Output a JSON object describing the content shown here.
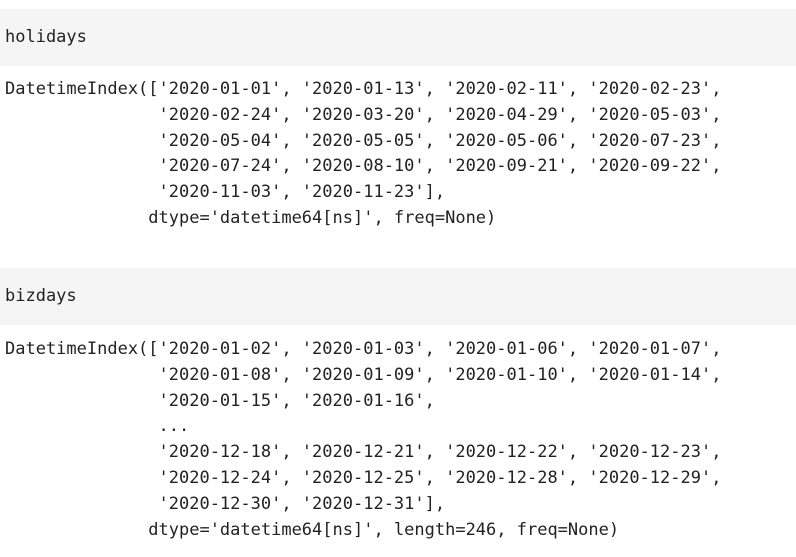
{
  "cells": [
    {
      "input": "holidays",
      "output": "DatetimeIndex(['2020-01-01', '2020-01-13', '2020-02-11', '2020-02-23',\n               '2020-02-24', '2020-03-20', '2020-04-29', '2020-05-03',\n               '2020-05-04', '2020-05-05', '2020-05-06', '2020-07-23',\n               '2020-07-24', '2020-08-10', '2020-09-21', '2020-09-22',\n               '2020-11-03', '2020-11-23'],\n              dtype='datetime64[ns]', freq=None)"
    },
    {
      "input": "bizdays",
      "output": "DatetimeIndex(['2020-01-02', '2020-01-03', '2020-01-06', '2020-01-07',\n               '2020-01-08', '2020-01-09', '2020-01-10', '2020-01-14',\n               '2020-01-15', '2020-01-16',\n               ...\n               '2020-12-18', '2020-12-21', '2020-12-22', '2020-12-23',\n               '2020-12-24', '2020-12-25', '2020-12-28', '2020-12-29',\n               '2020-12-30', '2020-12-31'],\n              dtype='datetime64[ns]', length=246, freq=None)"
    }
  ]
}
